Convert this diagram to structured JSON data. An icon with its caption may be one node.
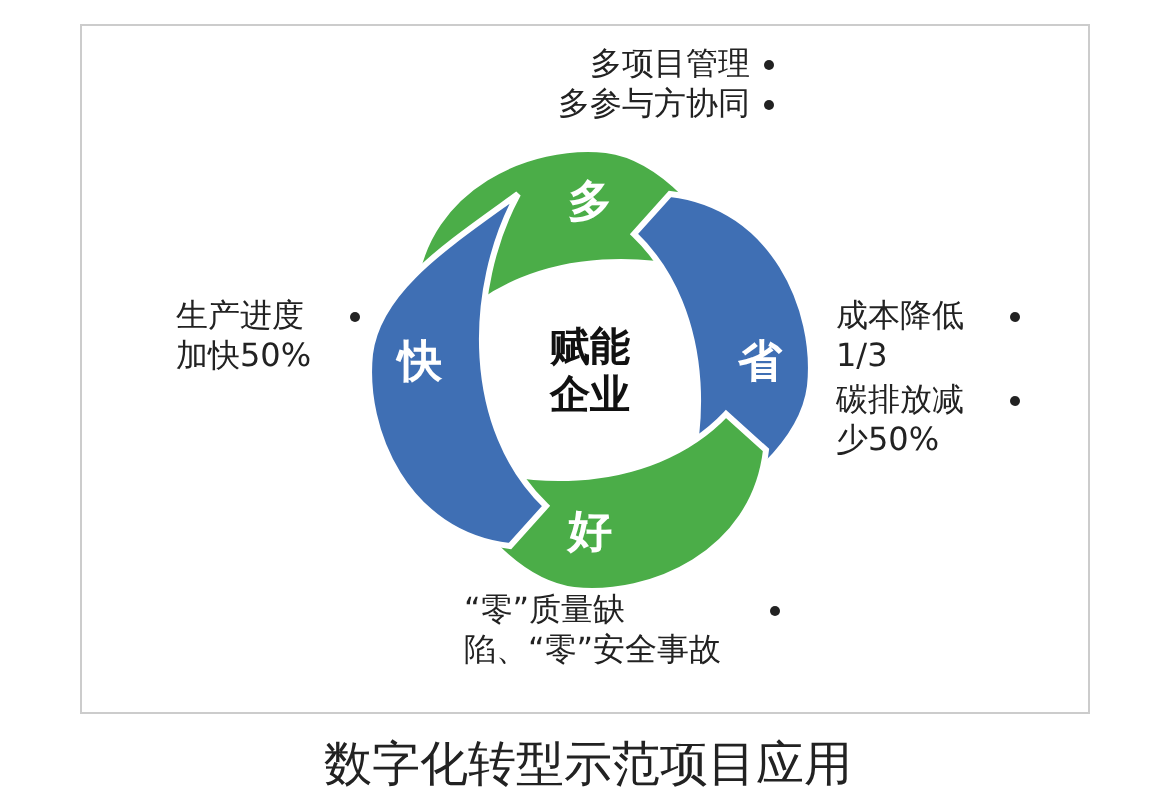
{
  "diagram": {
    "caption": "数字化转型示范项目应用",
    "nodes": [
      {
        "text": [
          "赋能企业"
        ]
      },
      {
        "text": [
          "多"
        ],
        "beside": [
          "多项目管理",
          "多参与方协同"
        ]
      },
      {
        "text": [
          "省"
        ],
        "beside": [
          "成本降低1/3",
          "碳排放减少50%"
        ]
      },
      {
        "text": [
          "好"
        ],
        "beside": [
          "“零”质量缺陷、“零”安全事故"
        ]
      },
      {
        "text": [
          "快"
        ],
        "beside": [
          "生产进度加快50%"
        ]
      }
    ],
    "edges": []
  }
}
